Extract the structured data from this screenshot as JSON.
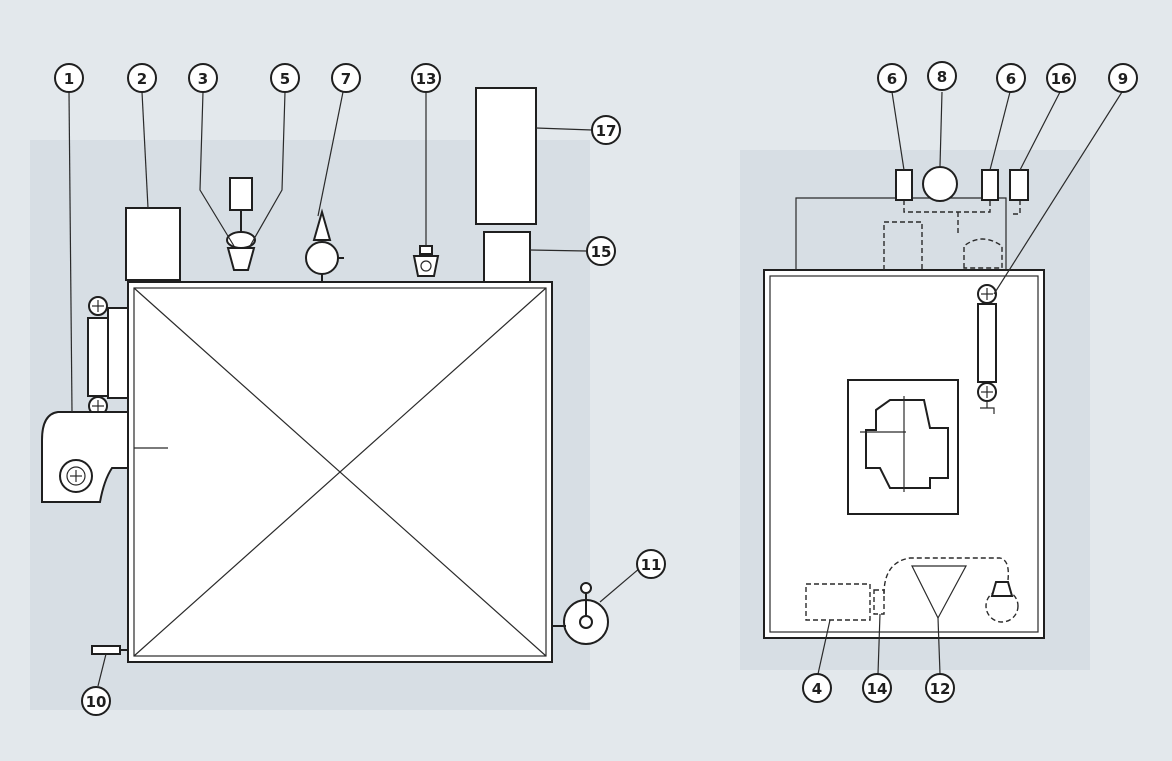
{
  "diagram": {
    "left_view": {
      "callouts": [
        "1",
        "2",
        "3",
        "5",
        "7",
        "13",
        "17",
        "15",
        "10",
        "11"
      ]
    },
    "right_view": {
      "callouts": [
        "6",
        "8",
        "6",
        "16",
        "9",
        "4",
        "14",
        "12"
      ]
    },
    "colors": {
      "background": "#e3e8ec",
      "shadow": "#d2d9df",
      "line": "#1f1f1f",
      "fill": "#ffffff"
    }
  }
}
